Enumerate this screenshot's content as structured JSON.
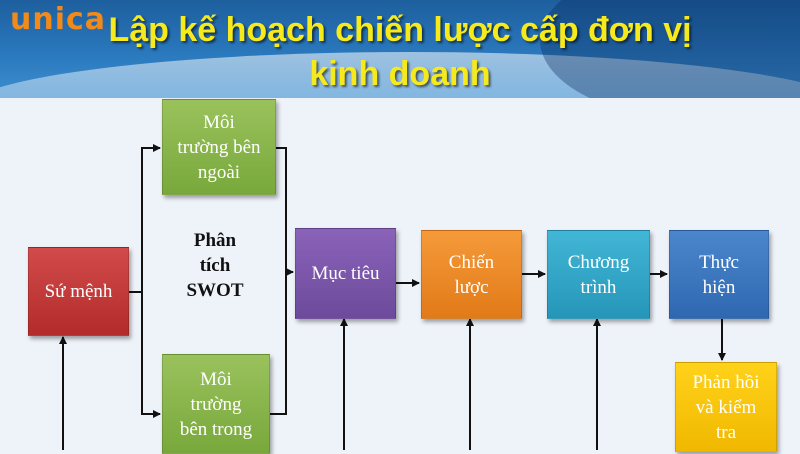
{
  "header": {
    "logo": "unica",
    "title_line1": "Lập kế hoạch chiến lược cấp đơn vị",
    "title_line2": "kinh doanh"
  },
  "diagram": {
    "mission": "Sứ mệnh",
    "external_env": [
      "Môi",
      "trường bên",
      "ngoài"
    ],
    "internal_env": [
      "Môi",
      "trường",
      "bên trong"
    ],
    "swot": [
      "Phân",
      "tích",
      "SWOT"
    ],
    "goals": "Mục tiêu",
    "strategy": [
      "Chiến",
      "lược"
    ],
    "program": [
      "Chương",
      "trình"
    ],
    "implementation": [
      "Thực",
      "hiện"
    ],
    "feedback": [
      "Phản hồi",
      "và kiểm",
      "tra"
    ]
  },
  "colors": {
    "header": "#2a78bd",
    "title": "#f6ea1c",
    "logo": "#f28a1a",
    "green": "#86b24a",
    "red": "#c23a3a",
    "purple": "#7b55aa",
    "orange": "#ee8a28",
    "teal": "#34a7c8",
    "blue": "#3d78bf",
    "yellow": "#f9c70c"
  }
}
